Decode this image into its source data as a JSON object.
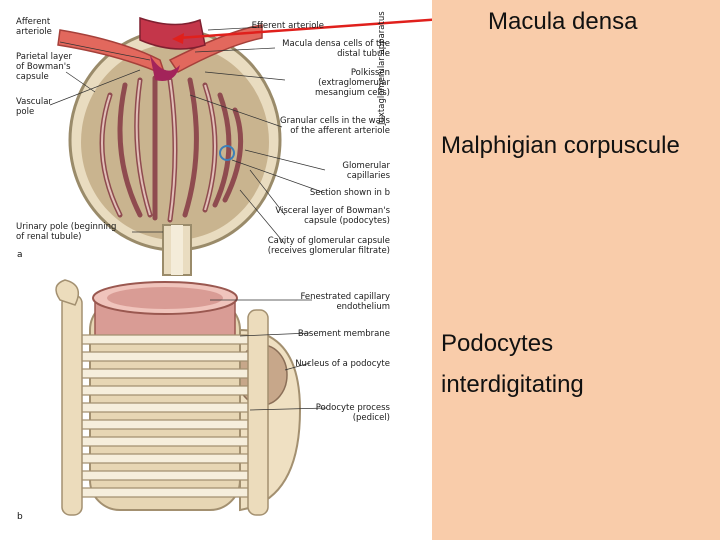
{
  "slide": {
    "annotations": {
      "macula_densa": "Macula densa",
      "malpighian": "Malphigian corpuscule",
      "podocytes_line1": "Podocytes",
      "podocytes_line2": "interdigitating"
    },
    "pointer_color": "#e0201c",
    "background_color": "#f9ccaa"
  },
  "figure": {
    "panel_a": {
      "letter": "a",
      "left_labels": {
        "afferent_arteriole": "Afferent\narteriole",
        "parietal_layer": "Parietal layer\nof Bowman's\ncapsule",
        "vascular_pole": "Vascular\npole",
        "urinary_pole": "Urinary pole (beginning\nof renal tubule)"
      },
      "right_labels": {
        "efferent_arteriole": "Efferent arteriole",
        "macula_densa_cells": "Macula densa cells of the\ndistal tubule",
        "polkissen": "Polkissen\n(extraglomerular\nmesangium cells)",
        "granular_cells": "Granular cells in the walls\nof the afferent arteriole",
        "glomerular_capillaries": "Glomerular\ncapillaries",
        "section_shown": "Section shown in b",
        "visceral_layer": "Visceral layer of Bowman's\ncapsule (podocytes)",
        "cavity": "Cavity of glomerular capsule\n(receives glomerular filtrate)"
      },
      "vertical_label": "Juxtaglomerular apparatus"
    },
    "panel_b": {
      "letter": "b",
      "labels": {
        "fenestrated": "Fenestrated capillary\nendothelium",
        "basement": "Basement membrane",
        "nucleus": "Nucleus of a podocyte",
        "process": "Podocyte process\n(pedicel)"
      }
    }
  }
}
